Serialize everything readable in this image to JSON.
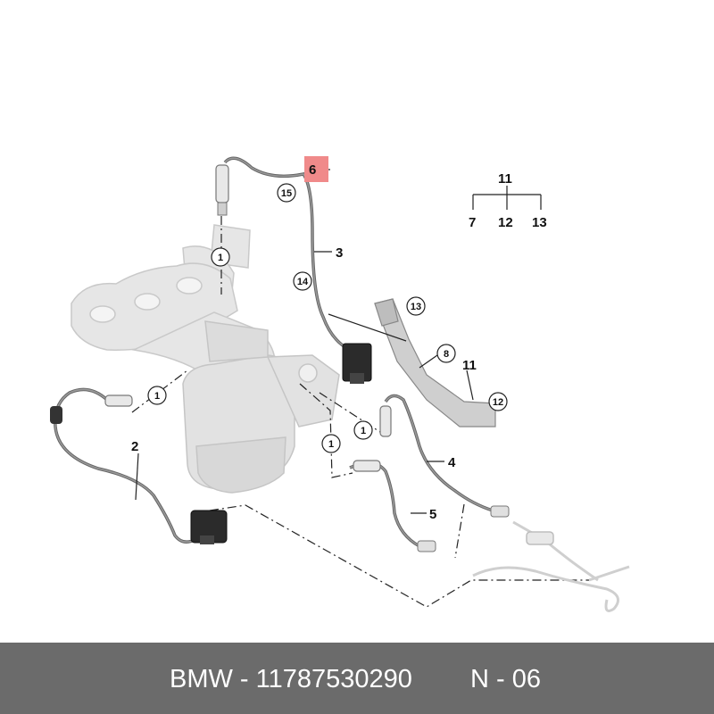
{
  "callouts": {
    "c1a": "1",
    "c1b": "1",
    "c1c": "1",
    "c1d": "1",
    "c2": "2",
    "c3": "3",
    "c4": "4",
    "c5": "5",
    "c6": "6",
    "c8": "8",
    "c11": "11",
    "c12": "12",
    "c13": "13",
    "c14": "14",
    "c15": "15"
  },
  "legend": {
    "top": "11",
    "left": "7",
    "mid": "12",
    "right": "13"
  },
  "highlight_color": "#f08a8a",
  "footer": {
    "brand": "BMW - 11787530290",
    "code": "N - 06",
    "background": "#6b6b6b"
  }
}
